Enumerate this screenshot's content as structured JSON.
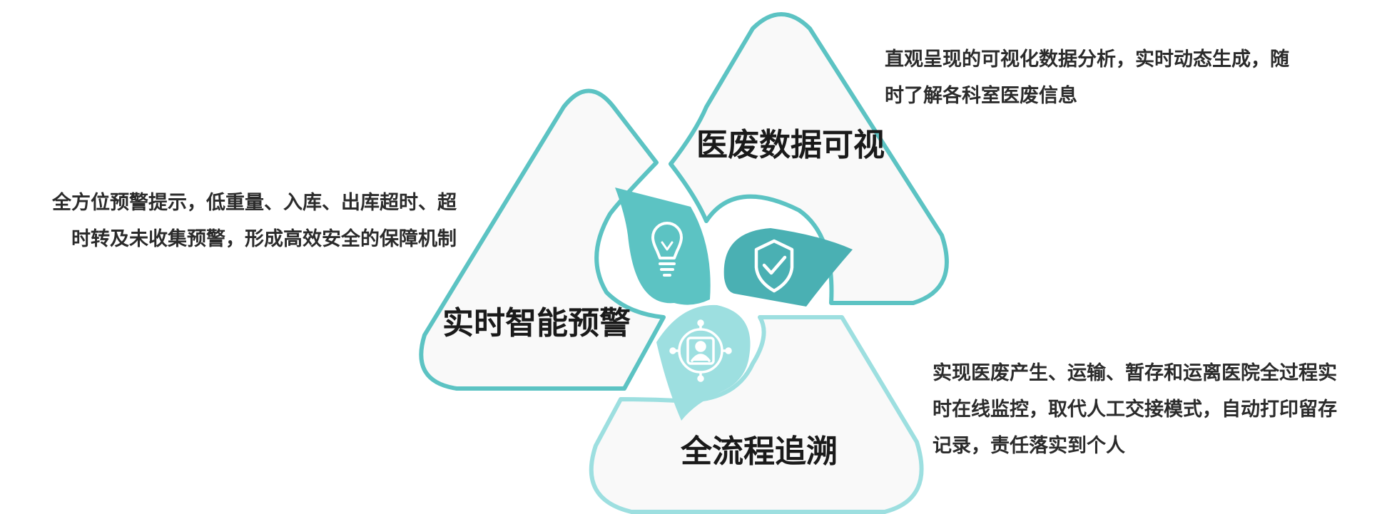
{
  "sections": {
    "data_visualization": {
      "title": "医废数据可视",
      "description_lines": [
        "直观呈现的可视化数据分析，实时动态生成，随",
        "时了解各科室医废信息"
      ]
    },
    "realtime_warning": {
      "title": "实时智能预警",
      "description_lines": [
        "全方位预警提示，低重量、入库、出库超时、超",
        "时转及未收集预警，形成高效安全的保障机制"
      ]
    },
    "full_traceability": {
      "title": "全流程追溯",
      "description_lines": [
        "实现医废产生、运输、暂存和运离医院全过程实",
        "时在线监控，取代人工交接模式，自动打印留存",
        "记录，责任落实到个人"
      ]
    }
  },
  "icons": {
    "center_left": "lightbulb-icon",
    "center_right": "shield-check-icon",
    "center_bottom": "person-target-icon"
  },
  "colors": {
    "teal": "#5cc3c3",
    "teal_dark": "#4ab0b3",
    "teal_light": "#9ddfe0",
    "panel_fill": "#f9f9f9",
    "text": "#2b2b2b"
  }
}
